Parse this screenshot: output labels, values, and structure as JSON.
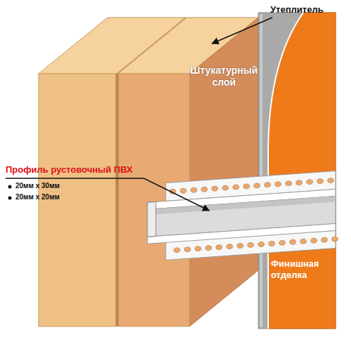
{
  "diagram": {
    "labels": [
      "Утеплитель",
      "Штукатурный слой",
      "Профиль рустовочный ПВХ",
      "20мм х 30мм",
      "20мм х 20мм",
      "Финишная отделка"
    ]
  }
}
